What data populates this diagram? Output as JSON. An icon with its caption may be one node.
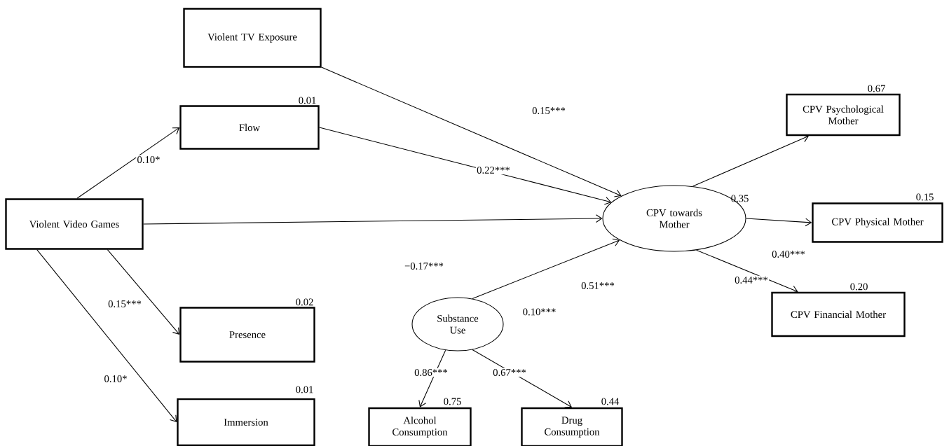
{
  "diagram": {
    "nodes": [
      {
        "text": [
          "Violent TV Exposure"
        ]
      },
      {
        "text": [
          "Flow"
        ],
        "beside": [
          "0.01"
        ]
      },
      {
        "text": [
          "CPV Psychological Mother"
        ],
        "beside": [
          "0.67"
        ]
      },
      {
        "text": [
          "Violent Video Games"
        ]
      },
      {
        "text": [
          "CPV towards Mother"
        ],
        "beside": [
          "0.35"
        ]
      },
      {
        "text": [
          "CPV Physical Mother"
        ],
        "beside": [
          "0.15"
        ]
      },
      {
        "text": [
          "Presence"
        ],
        "beside": [
          "0.02"
        ]
      },
      {
        "text": [
          "CPV Financial Mother"
        ],
        "beside": [
          "0.20"
        ]
      },
      {
        "text": [
          "Substance Use"
        ],
        "beside": [
          "0.10***"
        ]
      },
      {
        "text": [
          "Immersion"
        ],
        "beside": [
          "0.01"
        ]
      },
      {
        "text": [
          "Alcohol Consumption"
        ],
        "beside": [
          "0.75"
        ]
      },
      {
        "text": [
          "Drug Consumption"
        ],
        "beside": [
          "0.44"
        ]
      }
    ],
    "edges": [
      {
        "from": 3,
        "to": 1,
        "arrow": "to",
        "label": "0.10*"
      },
      {
        "from": 1,
        "to": 4,
        "arrow": "to",
        "label": "0.22***"
      },
      {
        "from": 0,
        "to": 4,
        "arrow": "to",
        "label": "0.15***"
      },
      {
        "from": 3,
        "to": 4,
        "arrow": "to",
        "label": "−0.17***"
      },
      {
        "from": 3,
        "to": 6,
        "arrow": "to",
        "label": "0.15***"
      },
      {
        "from": 3,
        "to": 9,
        "arrow": "to",
        "label": "0.10*"
      },
      {
        "from": 8,
        "to": 4,
        "arrow": "to",
        "label": "0.51***"
      },
      {
        "from": 4,
        "to": 2,
        "arrow": "to"
      },
      {
        "from": 4,
        "to": 5,
        "arrow": "to",
        "label": "0.40***"
      },
      {
        "from": 4,
        "to": 7,
        "arrow": "to",
        "label": "0.44***"
      },
      {
        "from": 8,
        "to": 10,
        "arrow": "to",
        "label": "0.86***"
      },
      {
        "from": 8,
        "to": 11,
        "arrow": "to",
        "label": "0.67***"
      }
    ]
  }
}
